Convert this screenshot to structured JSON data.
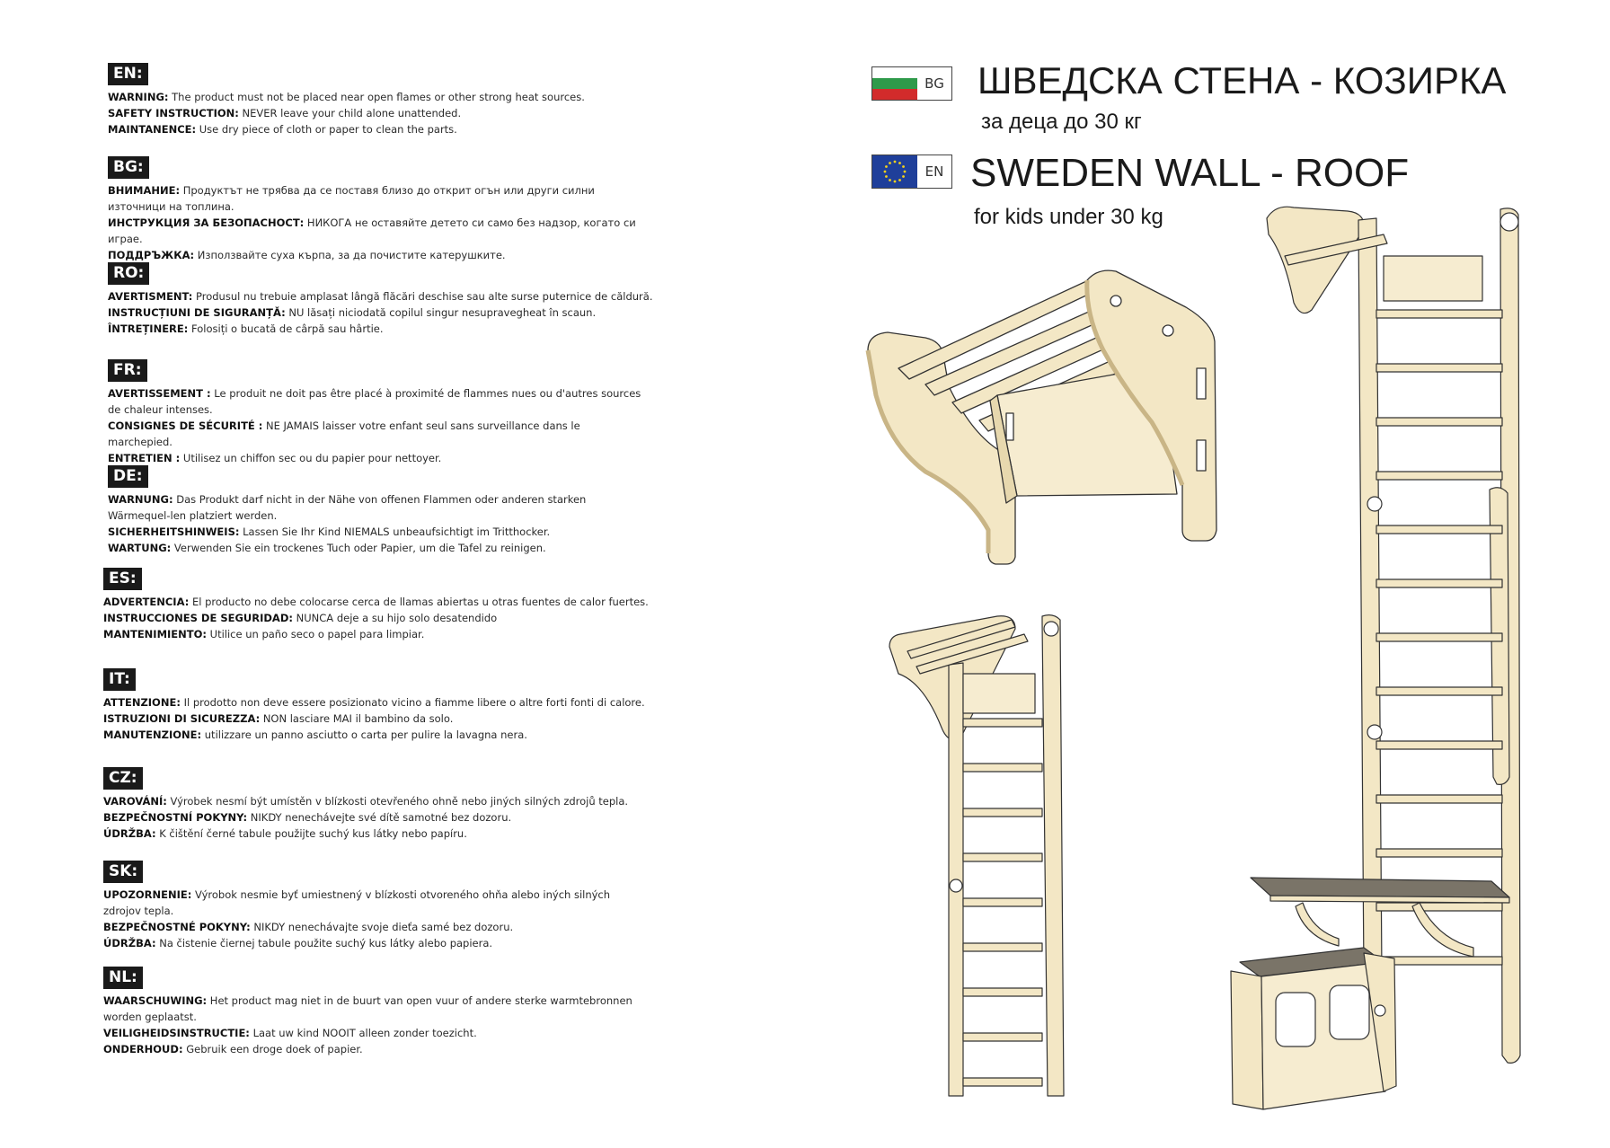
{
  "sections": [
    {
      "code": "EN:",
      "lines": [
        {
          "label": "WARNING:",
          "text": " The product must not be placed near open flames or other strong heat sources."
        },
        {
          "label": "SAFETY INSTRUCTION:",
          "text": " NEVER leave your child alone unattended."
        },
        {
          "label": "MAINTANENCE:",
          "text": " Use dry piece of cloth or paper to clean the  parts."
        }
      ]
    },
    {
      "code": "BG:",
      "lines": [
        {
          "label": "ВНИМАНИЕ:",
          "text": " Продуктът не трябва да се поставя близо до открит огън или други силни източници на топлина."
        },
        {
          "label": "ИНСТРУКЦИЯ ЗА БЕЗОПАСНОСТ:",
          "text": " НИКОГА не оставяйте детето си само без надзор, когато  си играе."
        },
        {
          "label": "ПОДДРЪЖКА:",
          "text": " Използвайте суха кърпа, за да почистите   катерушките."
        }
      ]
    },
    {
      "code": "RO:",
      "lines": [
        {
          "label": "AVERTISMENT:",
          "text": " Produsul nu trebuie amplasat lângă flăcări deschise sau alte surse puternice de căldură."
        },
        {
          "label": "INSTRUCȚIUNI DE SIGURANȚĂ:",
          "text": " NU lăsați niciodată copilul singur nesupravegheat în scaun."
        },
        {
          "label": "ÎNTREȚINERE:",
          "text": " Folosiți o bucată de cârpă sau hârtie."
        }
      ]
    },
    {
      "code": "FR:",
      "lines": [
        {
          "label": "AVERTISSEMENT :",
          "text": " Le produit ne doit pas être placé à proximité de flammes nues ou d'autres sources de chaleur intenses."
        },
        {
          "label": "CONSIGNES DE SÉCURITÉ :",
          "text": " NE JAMAIS laisser votre enfant seul sans surveillance dans le marchepied."
        },
        {
          "label": "ENTRETIEN :",
          "text": " Utilisez un chiffon sec ou du papier pour nettoyer."
        }
      ]
    },
    {
      "code": "DE:",
      "lines": [
        {
          "label": "WARNUNG:",
          "text": " Das Produkt darf nicht in der Nähe von offenen Flammen oder anderen starken Wärmequel-len platziert werden."
        },
        {
          "label": "SICHERHEITSHINWEIS:",
          "text": " Lassen Sie Ihr Kind NIEMALS unbeaufsichtigt im Tritthocker."
        },
        {
          "label": "WARTUNG:",
          "text": " Verwenden Sie ein trockenes Tuch oder Papier, um die Tafel zu reinigen."
        }
      ]
    },
    {
      "code": "ES:",
      "lines": [
        {
          "label": "ADVERTENCIA:",
          "text": " El producto no debe colocarse cerca de llamas abiertas u otras fuentes de calor fuertes."
        },
        {
          "label": "INSTRUCCIONES DE SEGURIDAD:",
          "text": " NUNCA deje a su hijo solo desatendido"
        },
        {
          "label": "MANTENIMIENTO:",
          "text": " Utilice un paño seco o papel para limpiar."
        }
      ]
    },
    {
      "code": "IT:",
      "lines": [
        {
          "label": "ATTENZIONE:",
          "text": " Il prodotto non deve essere posizionato vicino a fiamme libere o altre forti fonti di calore."
        },
        {
          "label": "ISTRUZIONI DI SICUREZZA:",
          "text": " NON lasciare MAI il bambino da solo."
        },
        {
          "label": "MANUTENZIONE:",
          "text": " utilizzare un panno asciutto o carta per pulire la lavagna nera."
        }
      ]
    },
    {
      "code": "CZ:",
      "lines": [
        {
          "label": "VAROVÁNÍ:",
          "text": " Výrobek nesmí být umístěn v blízkosti otevřeného ohně nebo jiných silných zdrojů tepla."
        },
        {
          "label": "BEZPEČNOSTNÍ POKYNY:",
          "text": " NIKDY nenechávejte své dítě samotné bez dozoru."
        },
        {
          "label": "ÚDRŽBA:",
          "text": " K čištění černé tabule použijte suchý kus látky nebo papíru."
        }
      ]
    },
    {
      "code": "SK:",
      "lines": [
        {
          "label": "UPOZORNENIE:",
          "text": " Výrobok nesmie byť umiestnený v blízkosti otvoreného ohňa alebo iných silných zdrojov tepla."
        },
        {
          "label": "BEZPEČNOSTNÉ POKYNY:",
          "text": " NIKDY nenechávajte svoje dieťa samé bez dozoru."
        },
        {
          "label": "ÚDRŽBA:",
          "text": " Na čistenie čiernej tabule použite suchý kus látky alebo papiera."
        }
      ]
    },
    {
      "code": "NL:",
      "lines": [
        {
          "label": "WAARSCHUWING:",
          "text": " Het product mag niet in de buurt van open vuur of andere sterke warmtebronnen worden geplaatst."
        },
        {
          "label": "VEILIGHEIDSINSTRUCTIE:",
          "text": " Laat uw kind NOOIT alleen zonder toezicht."
        },
        {
          "label": "ONDERHOUD:",
          "text": " Gebruik een droge doek of papier."
        }
      ]
    }
  ],
  "header": {
    "bg": {
      "flag_code": "BG",
      "title": "ШВЕДСКА СТЕНА - КОЗИРКА",
      "subtitle": "за деца до 30 кг"
    },
    "en": {
      "flag_code": "EN",
      "title": "SWEDEN WALL - ROOF",
      "subtitle": "for kids under 30 kg"
    }
  },
  "colors": {
    "wood": "#f3e7c5",
    "wood_edge": "#c9b586",
    "outline": "#333333",
    "board": "#7a7468",
    "flag_bg_white": "#ffffff",
    "flag_bg_green": "#2e9a4a",
    "flag_bg_red": "#d22b2b",
    "flag_eu_blue": "#1f3f9a",
    "flag_eu_star": "#f5d21b"
  },
  "illustrations": [
    {
      "name": "roof-module-illustration"
    },
    {
      "name": "small-wall-illustration"
    },
    {
      "name": "full-wall-with-table-illustration"
    }
  ]
}
